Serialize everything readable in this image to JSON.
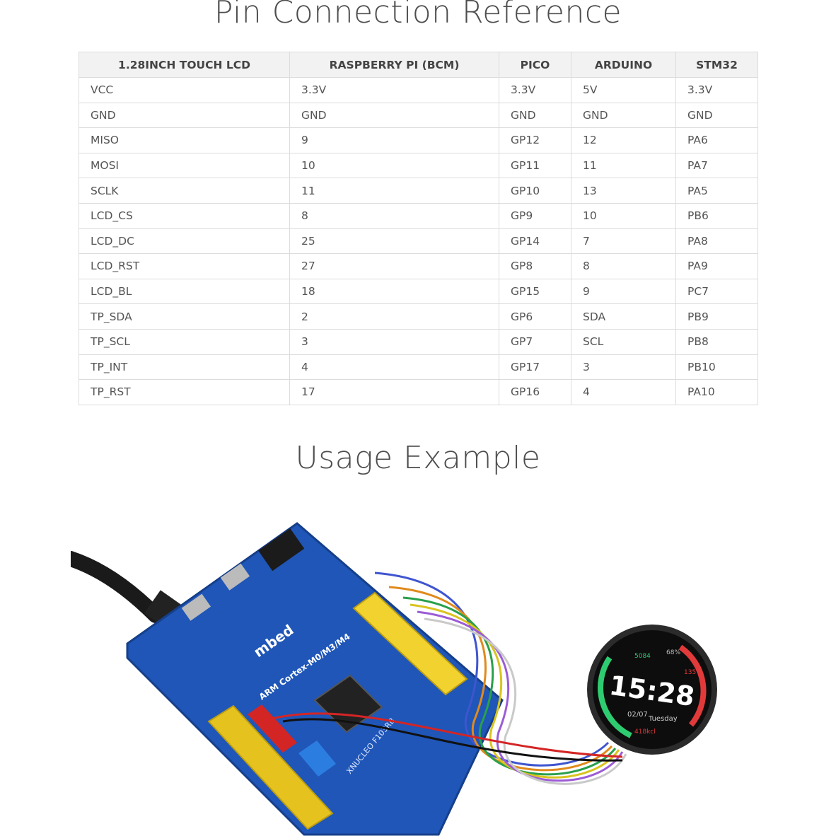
{
  "title": "Pin Connection Reference",
  "table": {
    "headers": [
      "1.28INCH TOUCH LCD",
      "RASPBERRY PI (BCM)",
      "PICO",
      "ARDUINO",
      "STM32"
    ],
    "rows": [
      [
        "VCC",
        "3.3V",
        "3.3V",
        "5V",
        "3.3V"
      ],
      [
        "GND",
        "GND",
        "GND",
        "GND",
        "GND"
      ],
      [
        "MISO",
        "9",
        "GP12",
        "12",
        "PA6"
      ],
      [
        "MOSI",
        "10",
        "GP11",
        "11",
        "PA7"
      ],
      [
        "SCLK",
        "11",
        "GP10",
        "13",
        "PA5"
      ],
      [
        "LCD_CS",
        "8",
        "GP9",
        "10",
        "PB6"
      ],
      [
        "LCD_DC",
        "25",
        "GP14",
        "7",
        "PA8"
      ],
      [
        "LCD_RST",
        "27",
        "GP8",
        "8",
        "PA9"
      ],
      [
        "LCD_BL",
        "18",
        "GP15",
        "9",
        "PC7"
      ],
      [
        "TP_SDA",
        "2",
        "GP6",
        "SDA",
        "PB9"
      ],
      [
        "TP_SCL",
        "3",
        "GP7",
        "SCL",
        "PB8"
      ],
      [
        "TP_INT",
        "4",
        "GP17",
        "3",
        "PB10"
      ],
      [
        "TP_RST",
        "17",
        "GP16",
        "4",
        "PA10"
      ]
    ]
  },
  "usage_title": "Usage Example",
  "photo": {
    "board_brand": "mbed",
    "board_model": "ARM Cortex-M0/M3/M4",
    "board_name": "XNUCLEO F103RB",
    "lcd_time": "15:28",
    "lcd_date": "02/07",
    "lcd_day": "Tuesday",
    "lcd_steps": "5084",
    "lcd_battery": "68%",
    "lcd_heart": "135",
    "lcd_kcal": "418kcl"
  }
}
